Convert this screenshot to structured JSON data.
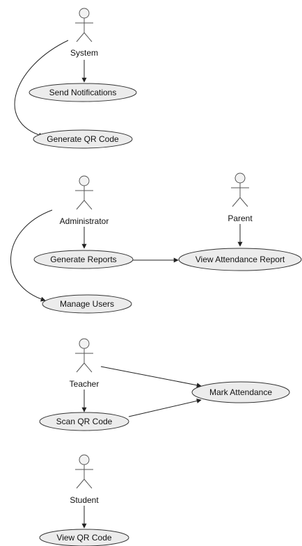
{
  "actors": [
    {
      "id": "system",
      "label": "System"
    },
    {
      "id": "administrator",
      "label": "Administrator"
    },
    {
      "id": "parent",
      "label": "Parent"
    },
    {
      "id": "teacher",
      "label": "Teacher"
    },
    {
      "id": "student",
      "label": "Student"
    }
  ],
  "use_cases": [
    {
      "id": "send-notifications",
      "label": "Send Notifications"
    },
    {
      "id": "generate-qr-code",
      "label": "Generate QR Code"
    },
    {
      "id": "generate-reports",
      "label": "Generate Reports"
    },
    {
      "id": "view-attendance-report",
      "label": "View Attendance Report"
    },
    {
      "id": "manage-users",
      "label": "Manage Users"
    },
    {
      "id": "mark-attendance",
      "label": "Mark Attendance"
    },
    {
      "id": "scan-qr-code",
      "label": "Scan QR Code"
    },
    {
      "id": "view-qr-code",
      "label": "View QR Code"
    }
  ],
  "relations": [
    {
      "from": "system",
      "to": "send-notifications"
    },
    {
      "from": "system",
      "to": "generate-qr-code"
    },
    {
      "from": "administrator",
      "to": "generate-reports"
    },
    {
      "from": "administrator",
      "to": "manage-users"
    },
    {
      "from": "generate-reports",
      "to": "view-attendance-report"
    },
    {
      "from": "parent",
      "to": "view-attendance-report"
    },
    {
      "from": "teacher",
      "to": "mark-attendance"
    },
    {
      "from": "teacher",
      "to": "scan-qr-code"
    },
    {
      "from": "scan-qr-code",
      "to": "mark-attendance"
    },
    {
      "from": "student",
      "to": "view-qr-code"
    }
  ]
}
